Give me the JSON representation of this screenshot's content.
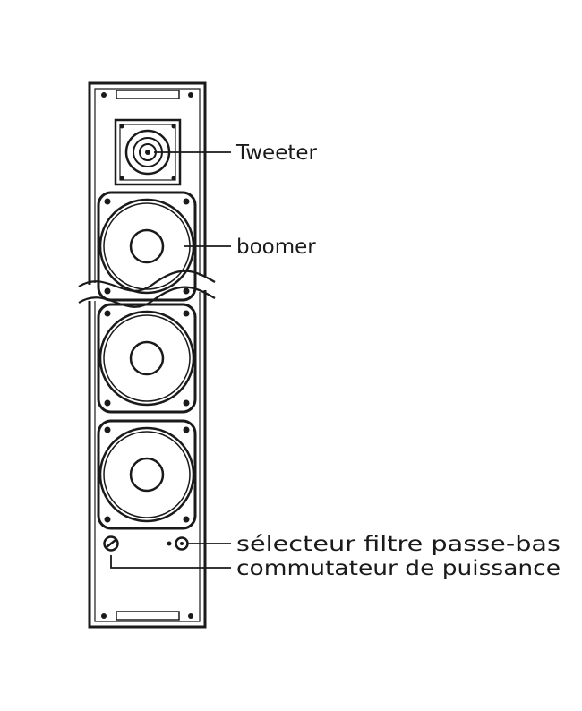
{
  "labels": {
    "tweeter": "Tweeter",
    "boomer": "boomer",
    "filter_selector": "sélecteur filtre passe-bas",
    "power_switch": "commutateur de puissance"
  },
  "colors": {
    "ink": "#1a1a1a",
    "paper": "#ffffff"
  }
}
